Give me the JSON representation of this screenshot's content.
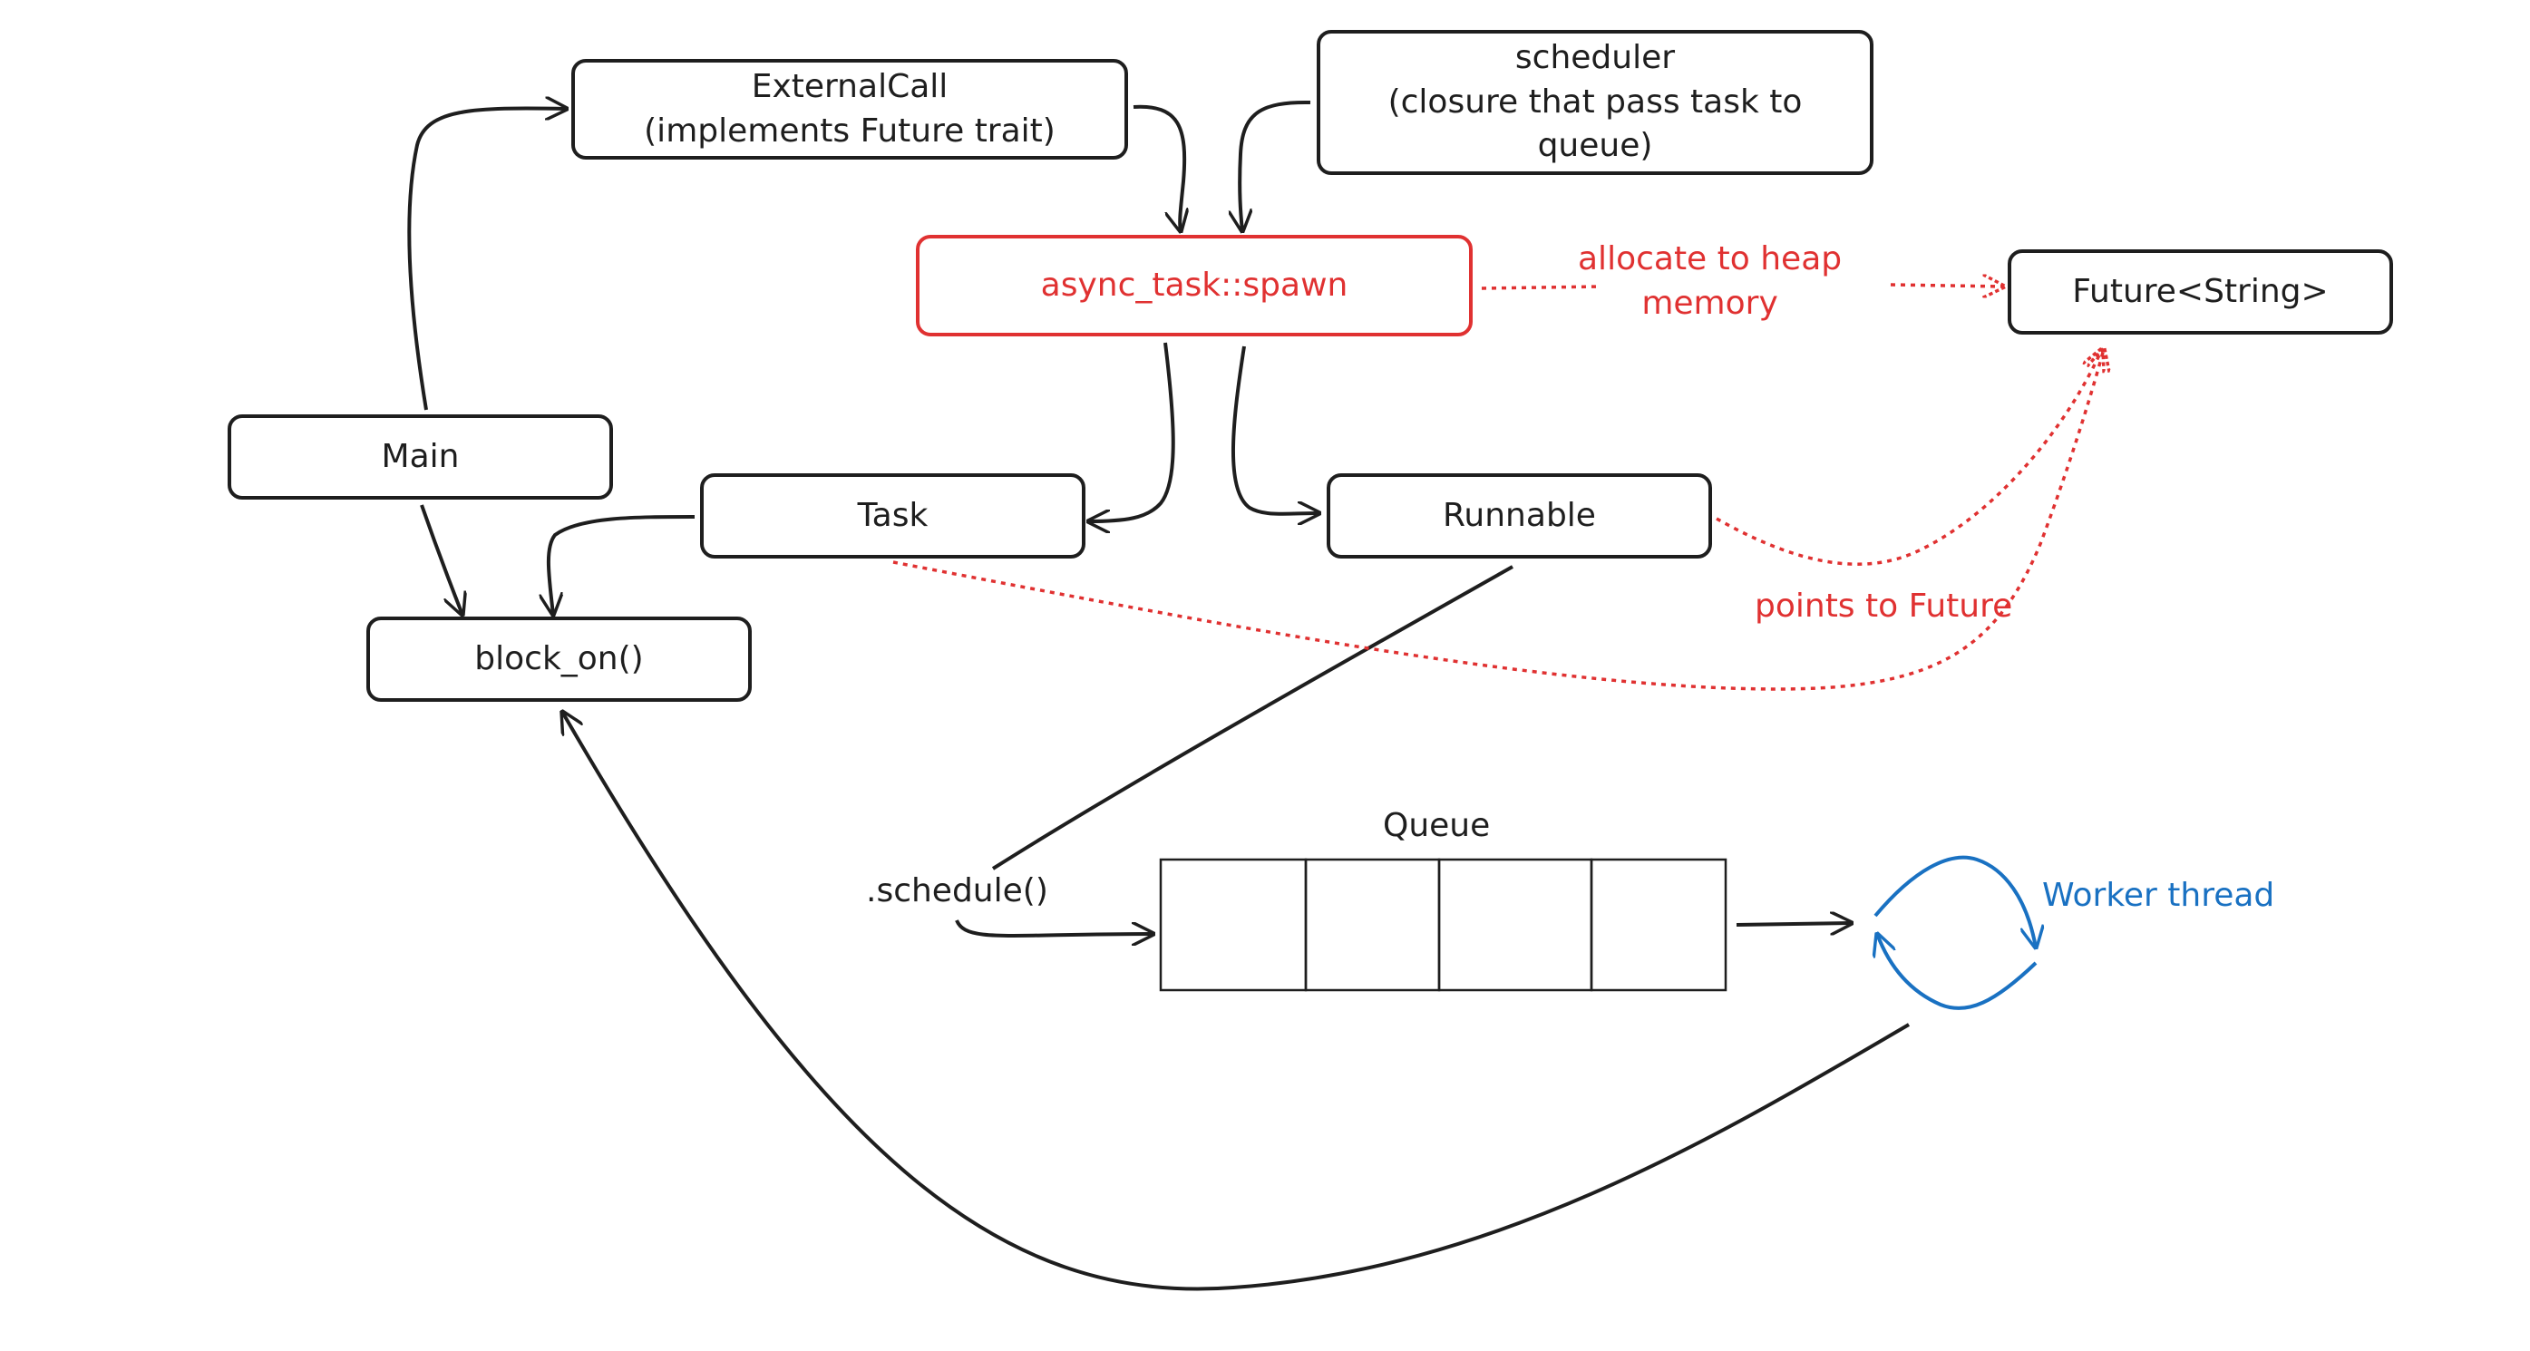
{
  "nodes": {
    "external_call": {
      "line1": "ExternalCall",
      "line2": "(implements Future trait)"
    },
    "scheduler": {
      "line1": "scheduler",
      "line2": "(closure that pass task to",
      "line3": "queue)"
    },
    "spawn": {
      "label": "async_task::spawn"
    },
    "future": {
      "label": "Future<String>"
    },
    "main": {
      "label": "Main"
    },
    "task": {
      "label": "Task"
    },
    "runnable": {
      "label": "Runnable"
    },
    "block_on": {
      "label": "block_on()"
    }
  },
  "labels": {
    "allocate_line1": "allocate to heap",
    "allocate_line2": "memory",
    "points_to_future": "points to Future",
    "queue": "Queue",
    "schedule": ".schedule()",
    "worker_thread": "Worker thread"
  },
  "colors": {
    "stroke": "#1e1e1e",
    "highlight_red": "#e03131",
    "worker_blue": "#1971c2"
  }
}
